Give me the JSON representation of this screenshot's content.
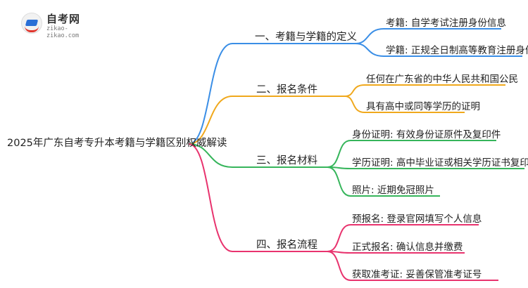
{
  "logo": {
    "name": "自考网",
    "url": "zikao-zikao.com"
  },
  "root": "2025年广东自考专升本考籍与学籍区别权威解读",
  "branches": [
    {
      "label": "一、考籍与学籍的定义",
      "color": "#3a8ee6",
      "leaves": [
        "考籍: 自学考试注册身份信息",
        "学籍: 正规全日制高等教育注册身份"
      ]
    },
    {
      "label": "二、报名条件",
      "color": "#f0a81c",
      "leaves": [
        "任何在广东省的中华人民共和国公民",
        "具有高中或同等学历的证明"
      ]
    },
    {
      "label": "三、报名材料",
      "color": "#36b55b",
      "leaves": [
        "身份证明: 有效身份证原件及复印件",
        "学历证明: 高中毕业证或相关学历证书复印件",
        "照片: 近期免冠照片"
      ]
    },
    {
      "label": "四、报名流程",
      "color": "#e8336e",
      "leaves": [
        "预报名: 登录官网填写个人信息",
        "正式报名: 确认信息并缴费",
        "获取准考证: 妥善保管准考证号"
      ]
    }
  ]
}
